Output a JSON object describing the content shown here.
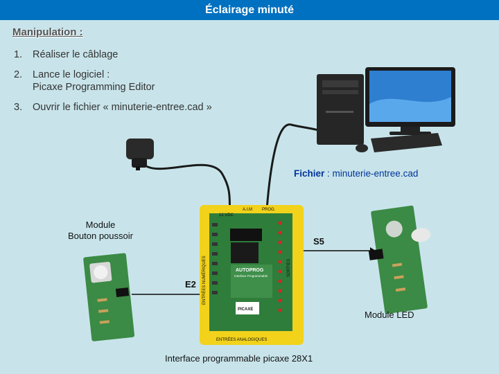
{
  "slide": {
    "title": "Éclairage minuté",
    "subtitle": "Manipulation :",
    "steps": [
      {
        "num": "1.",
        "line1": "Réaliser le câblage",
        "line2": ""
      },
      {
        "num": "2.",
        "line1": "Lance le logiciel :",
        "line2": "Picaxe Programming Editor"
      },
      {
        "num": "3.",
        "line1": "Ouvrir le fichier « minuterie-entree.cad »",
        "line2": ""
      }
    ]
  },
  "labels": {
    "fichier_prefix": "Fichier",
    "fichier_rest": " : minuterie-entree.cad",
    "module_bouton_1": "Module",
    "module_bouton_2": "Bouton poussoir",
    "s5": "S5",
    "e2": "E2",
    "module_led": "Module LED",
    "interface": "Interface programmable picaxe 28X1"
  },
  "board_text": {
    "top_left": "12 VDC",
    "top_mid": "A.I.M",
    "top_right": "PROG.",
    "left_side": "ENTRÉES NUMÉRIQUES",
    "right_side": "SORTIES",
    "bottom": "ENTRÉES ANALOGIQUES",
    "brand": "AUTOPROG",
    "brand_sub": "Interface Programmable",
    "chip": "PICAXE"
  },
  "colors": {
    "background": "#c8e4ea",
    "title_bar": "#0070c0",
    "board_yellow": "#f2d21b",
    "pcb_green": "#2f7d3a",
    "wire": "#1a1a1a"
  }
}
